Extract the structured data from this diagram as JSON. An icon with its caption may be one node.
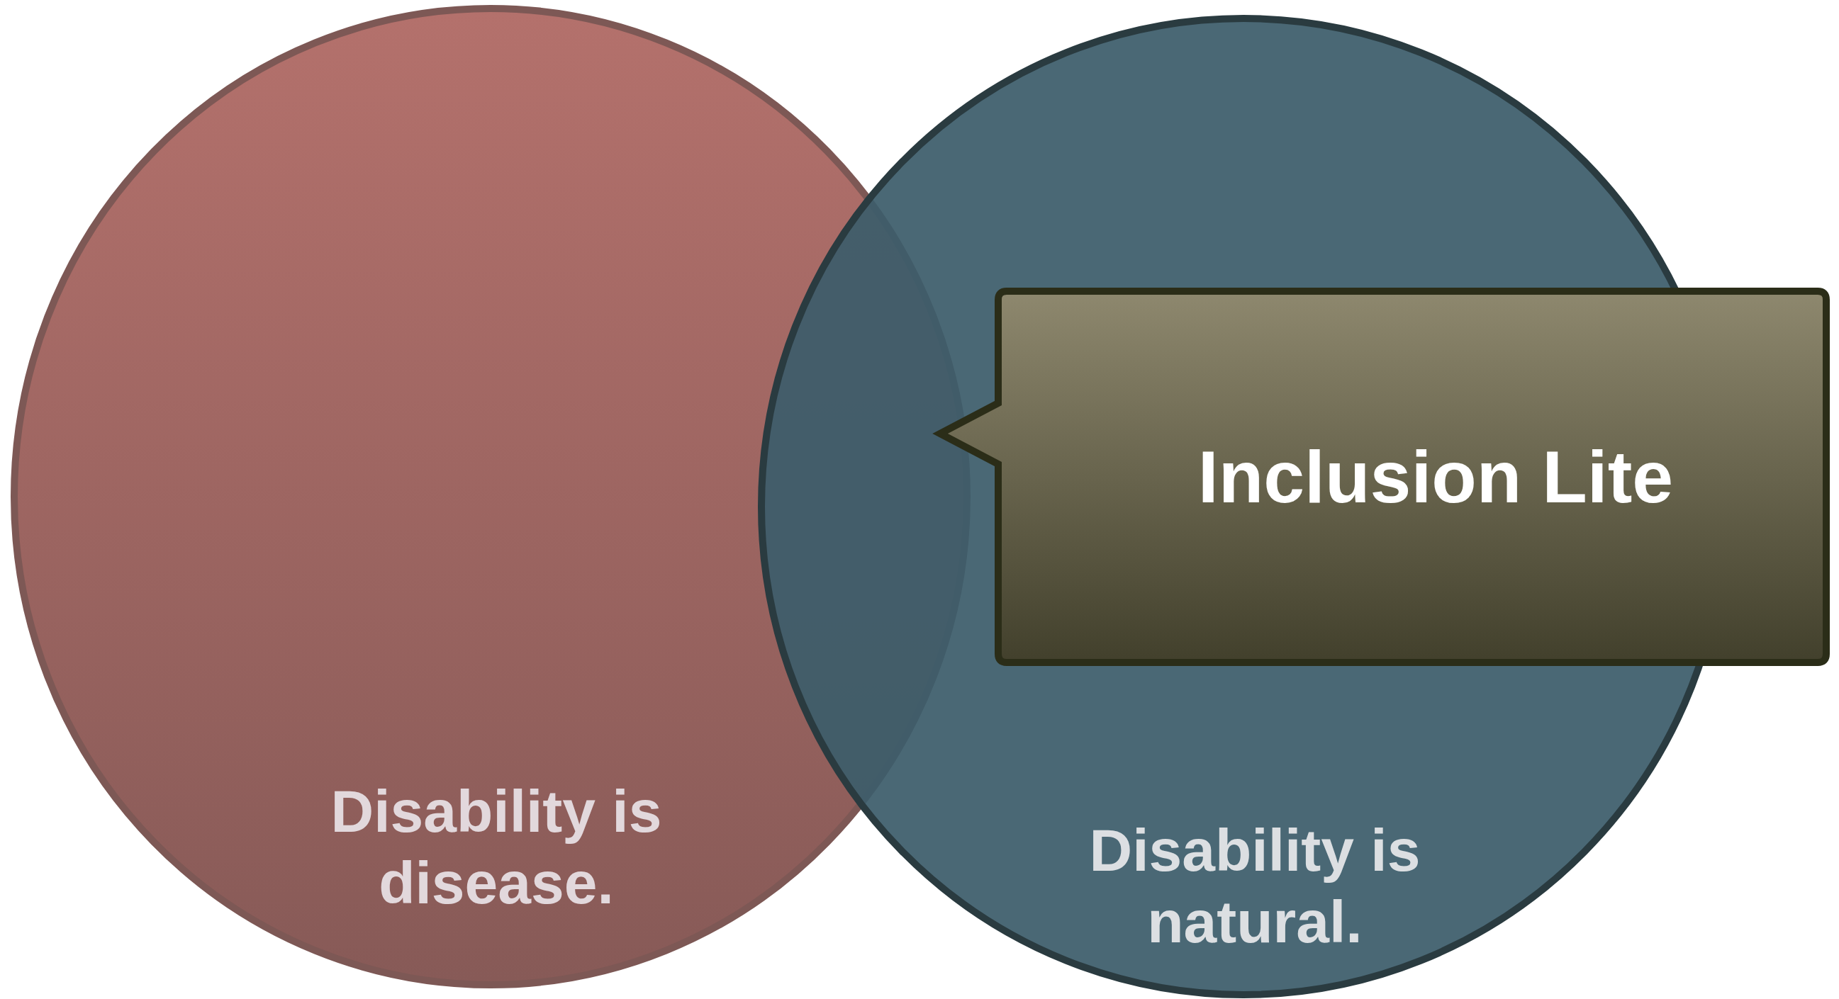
{
  "diagram": {
    "nodes": [
      {
        "text": [
          "Disability is disease."
        ]
      },
      {
        "text": [
          "Disability is natural."
        ]
      },
      {
        "text": [
          "Inclusion Lite"
        ]
      }
    ]
  }
}
